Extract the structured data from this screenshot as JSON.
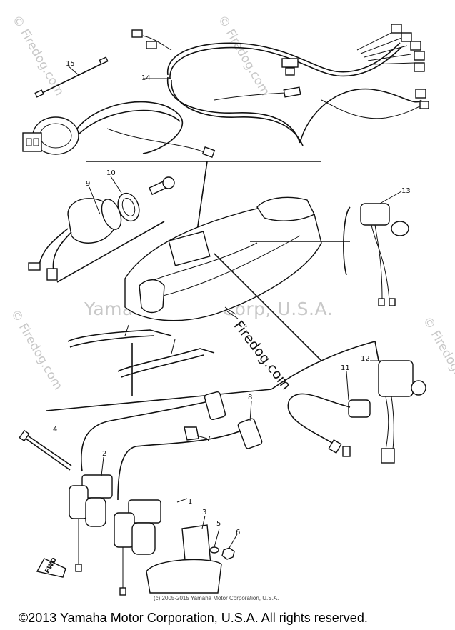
{
  "watermarks": {
    "center": "Yamaha Motor Corp, U.S.A.",
    "side": "© Firedog.com",
    "diagonal": "Firedog.com"
  },
  "part_numbers": [
    "1",
    "2",
    "3",
    "4",
    "5",
    "6",
    "7",
    "8",
    "9",
    "10",
    "11",
    "12",
    "13",
    "14",
    "15"
  ],
  "fwd_label": "FWD",
  "fine_copyright": "(c) 2005-2015 Yamaha Motor Corporation, U.S.A.",
  "footer_copyright": "©2013 Yamaha Motor Corporation, U.S.A. All rights reserved."
}
